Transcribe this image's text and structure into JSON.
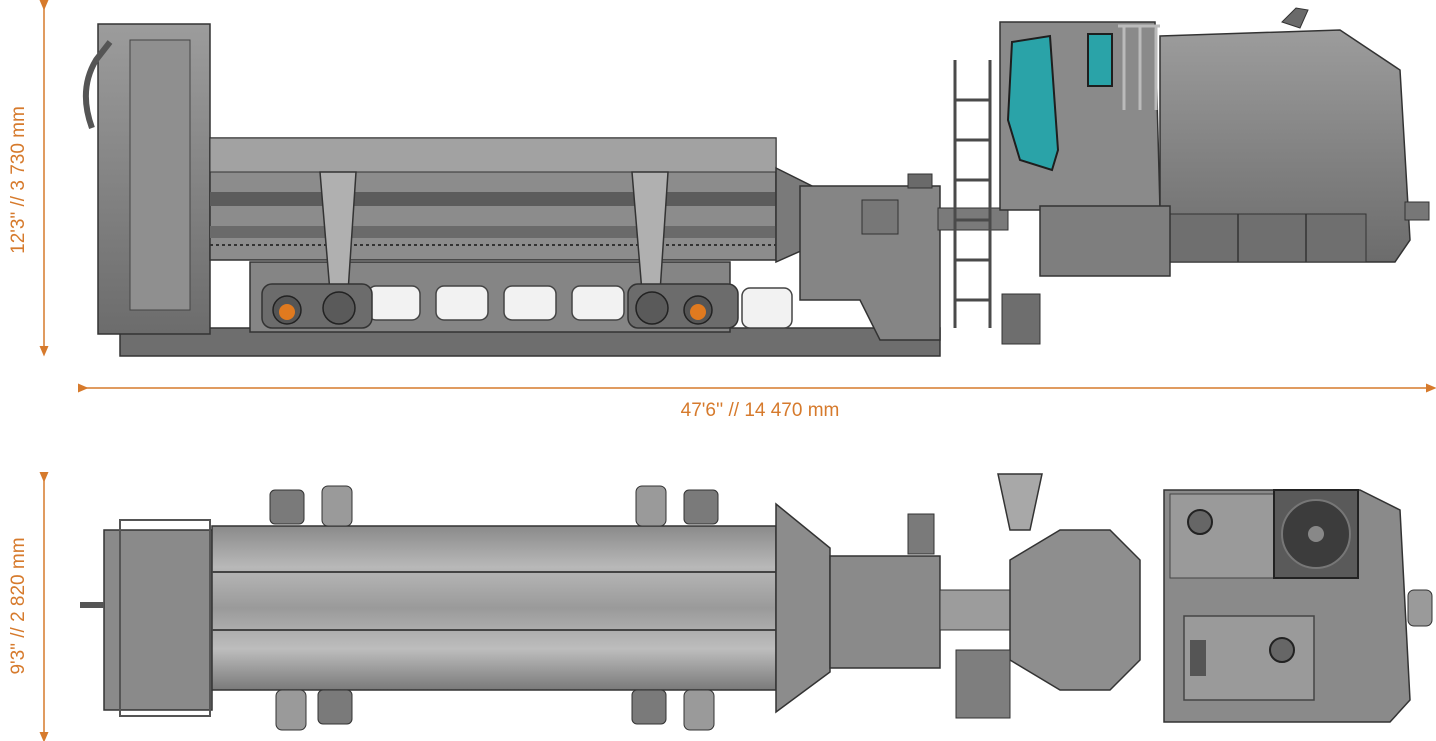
{
  "dimensions": {
    "side_height": "12'3\" // 3 730 mm",
    "length": "47'6'' // 14 470 mm",
    "top_width": "9'3\" // 2 820 mm"
  },
  "colors": {
    "dimension": "#d67a2c",
    "body_gray": "#7e7e7e",
    "body_dark": "#5e5e5e",
    "body_light": "#a4a4a4",
    "outline": "#3a3a3a",
    "glass": "#2aa3a8",
    "wheel_hub": "#e07a1f"
  }
}
